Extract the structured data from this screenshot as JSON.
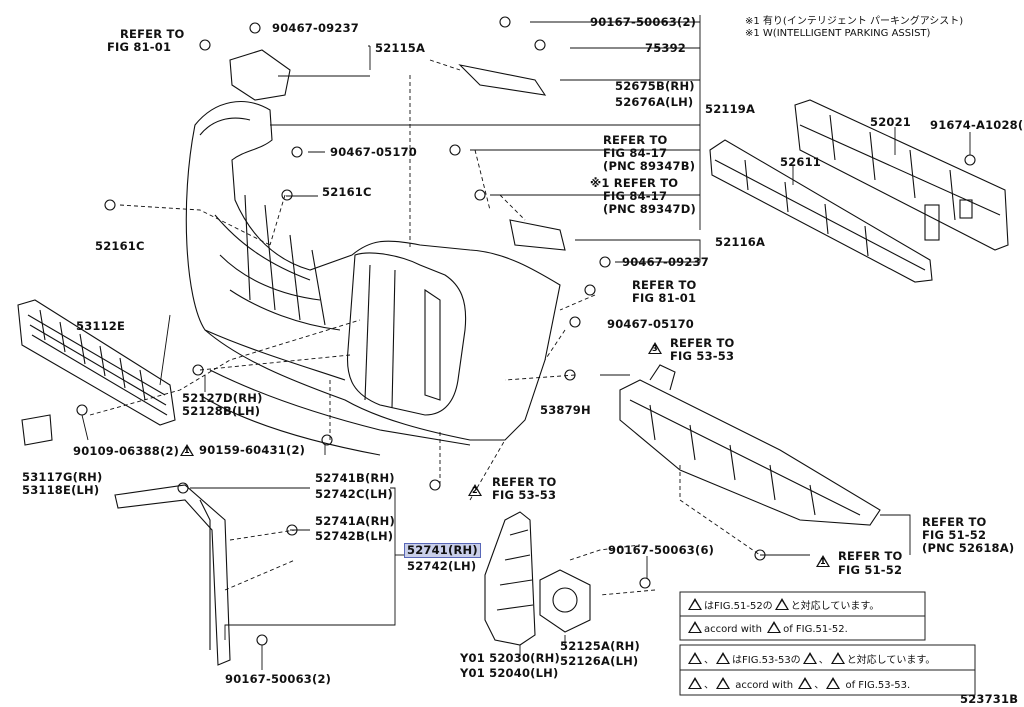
{
  "notes": {
    "line1": "※1 有り(インテリジェント パーキングアシスト)",
    "line2": "※1 W(INTELLIGENT PARKING ASSIST)"
  },
  "labels": {
    "refer_fig81_a": "REFER TO",
    "refer_fig81_b": "FIG 81-01",
    "p90467_09237_top": "90467-09237",
    "p52115A": "52115A",
    "p90167_50063_2_top": "90167-50063(2)",
    "p75392": "75392",
    "p52675B": "52675B(RH)",
    "p52676A": "52676A(LH)",
    "p52119A": "52119A",
    "p90467_05170_a": "90467-05170",
    "refer_8417_a1": "REFER TO",
    "refer_8417_a2": "FIG 84-17",
    "refer_8417_a3": "(PNC 89347B)",
    "refer_8417_b1": "※1 REFER TO",
    "refer_8417_b2": "FIG 84-17",
    "refer_8417_b3": "(PNC 89347D)",
    "p52021": "52021",
    "p91674": "91674-A1028(8)",
    "p52611": "52611",
    "p52161C_a": "52161C",
    "p52161C_b": "52161C",
    "p52116A": "52116A",
    "p90467_09237_b": "90467-09237",
    "refer_fig81_c": "REFER TO",
    "refer_fig81_d": "FIG 81-01",
    "p90467_05170_b": "90467-05170",
    "p53112E": "53112E",
    "refer_5353_a1": "REFER TO",
    "refer_5353_a2": "FIG 53-53",
    "p52127D": "52127D(RH)",
    "p52128B": "52128B(LH)",
    "p53879H": "53879H",
    "p90109": "90109-06388(2)",
    "p53117G": "53117G(RH)",
    "p53118E": "53118E(LH)",
    "p90159": "90159-60431(2)",
    "p52741B": "52741B(RH)",
    "p52742C": "52742C(LH)",
    "refer_5353_b1": "REFER TO",
    "refer_5353_b2": "FIG 53-53",
    "p52741A": "52741A(RH)",
    "p52742B": "52742B(LH)",
    "p52741_hl": "52741(RH)",
    "p52742": "52742(LH)",
    "refer_5152_a1": "REFER TO",
    "refer_5152_a2": "FIG 51-52",
    "refer_5152_a3": "(PNC 52618A)",
    "refer_5152_b1": "REFER TO",
    "refer_5152_b2": "FIG 51-52",
    "p90167_50063_6": "90167-50063(6)",
    "p52125A": "52125A(RH)",
    "p52126A": "52126A(LH)",
    "y52030": "Y01 52030(RH)",
    "y52040": "Y01 52040(LH)",
    "p90167_50063_2_bot": "90167-50063(2)",
    "diagram_id": "523731B"
  },
  "legend": {
    "row1_jp_a": "は",
    "row1_jp_b": "FIG.51-52の",
    "row1_jp_c": "と対応しています。",
    "row2_a": "accord with",
    "row2_b": "of FIG.51-52.",
    "row3_jp_a": "は",
    "row3_jp_b": "FIG.53-53の",
    "row3_jp_c": "と対応しています。",
    "row4_a": "accord with",
    "row4_b": "of FIG.53-53.",
    "sep": "、"
  },
  "markers": {
    "one": "1",
    "two": "2",
    "three": "3"
  },
  "colors": {
    "ink": "#111111",
    "highlight_fill": "#c9cfe9",
    "highlight_border": "#5867b8"
  }
}
